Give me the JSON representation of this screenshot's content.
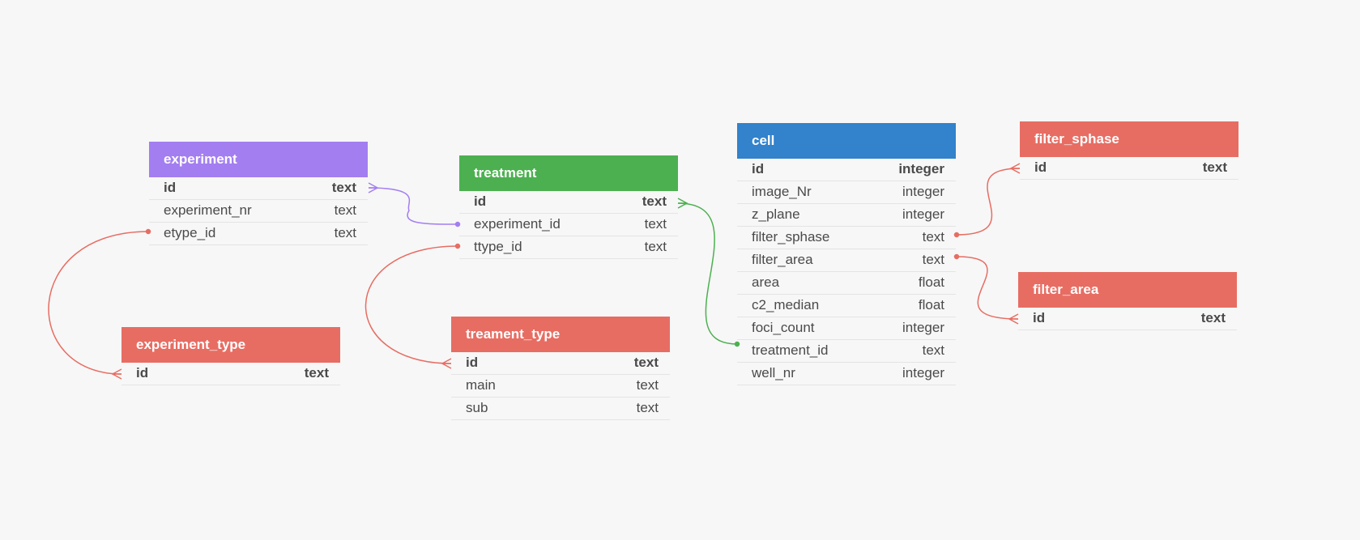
{
  "colors": {
    "purple": "#a37ef1",
    "green": "#4cb050",
    "blue": "#3282cc",
    "red": "#e76d63"
  },
  "tables": {
    "experiment": {
      "title": "experiment",
      "color": "#a37ef1",
      "rows": [
        {
          "name": "id",
          "type": "text"
        },
        {
          "name": "experiment_nr",
          "type": "text"
        },
        {
          "name": "etype_id",
          "type": "text"
        }
      ]
    },
    "experiment_type": {
      "title": "experiment_type",
      "color": "#e76d63",
      "rows": [
        {
          "name": "id",
          "type": "text"
        }
      ]
    },
    "treatment": {
      "title": "treatment",
      "color": "#4cb050",
      "rows": [
        {
          "name": "id",
          "type": "text"
        },
        {
          "name": "experiment_id",
          "type": "text"
        },
        {
          "name": "ttype_id",
          "type": "text"
        }
      ]
    },
    "treament_type": {
      "title": "treament_type",
      "color": "#e76d63",
      "rows": [
        {
          "name": "id",
          "type": "text"
        },
        {
          "name": "main",
          "type": "text"
        },
        {
          "name": "sub",
          "type": "text"
        }
      ]
    },
    "cell": {
      "title": "cell",
      "color": "#3282cc",
      "rows": [
        {
          "name": "id",
          "type": "integer"
        },
        {
          "name": "image_Nr",
          "type": "integer"
        },
        {
          "name": "z_plane",
          "type": "integer"
        },
        {
          "name": "filter_sphase",
          "type": "text"
        },
        {
          "name": "filter_area",
          "type": "text"
        },
        {
          "name": "area",
          "type": "float"
        },
        {
          "name": "c2_median",
          "type": "float"
        },
        {
          "name": "foci_count",
          "type": "integer"
        },
        {
          "name": "treatment_id",
          "type": "text"
        },
        {
          "name": "well_nr",
          "type": "integer"
        }
      ]
    },
    "filter_sphase": {
      "title": "filter_sphase",
      "color": "#e76d63",
      "rows": [
        {
          "name": "id",
          "type": "text"
        }
      ]
    },
    "filter_area": {
      "title": "filter_area",
      "color": "#e76d63",
      "rows": [
        {
          "name": "id",
          "type": "text"
        }
      ]
    }
  }
}
